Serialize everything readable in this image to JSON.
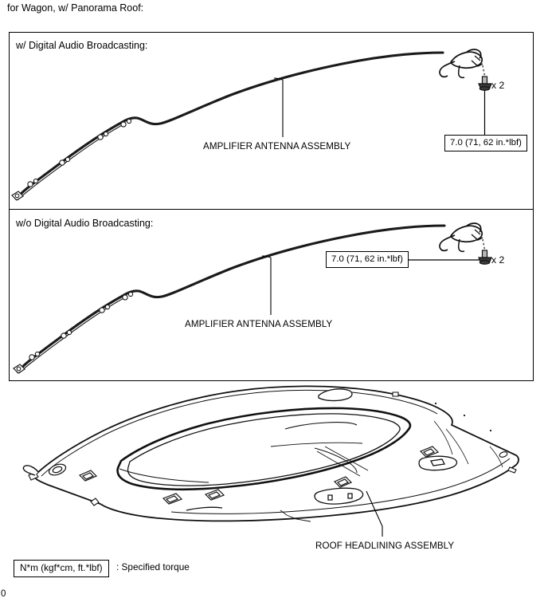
{
  "header": {
    "caption": "for Wagon, w/ Panorama Roof:"
  },
  "panels": [
    {
      "title": "w/ Digital Audio Broadcasting:",
      "component_label": "AMPLIFIER ANTENNA ASSEMBLY",
      "torque_value": "7.0 (71, 62 in.*lbf)",
      "bolt_quantity": "x 2"
    },
    {
      "title": "w/o Digital Audio Broadcasting:",
      "component_label": "AMPLIFIER ANTENNA ASSEMBLY",
      "torque_value": "7.0 (71, 62 in.*lbf)",
      "bolt_quantity": "x 2"
    }
  ],
  "roof_diagram": {
    "component_label": "ROOF HEADLINING ASSEMBLY"
  },
  "legend": {
    "unit_box": "N*m (kgf*cm, ft.*lbf)",
    "description": ": Specified torque"
  },
  "footer": {
    "page_marker": "0"
  },
  "colors": {
    "ink": "#000000",
    "paper": "#ffffff",
    "shade": "#58585a"
  }
}
